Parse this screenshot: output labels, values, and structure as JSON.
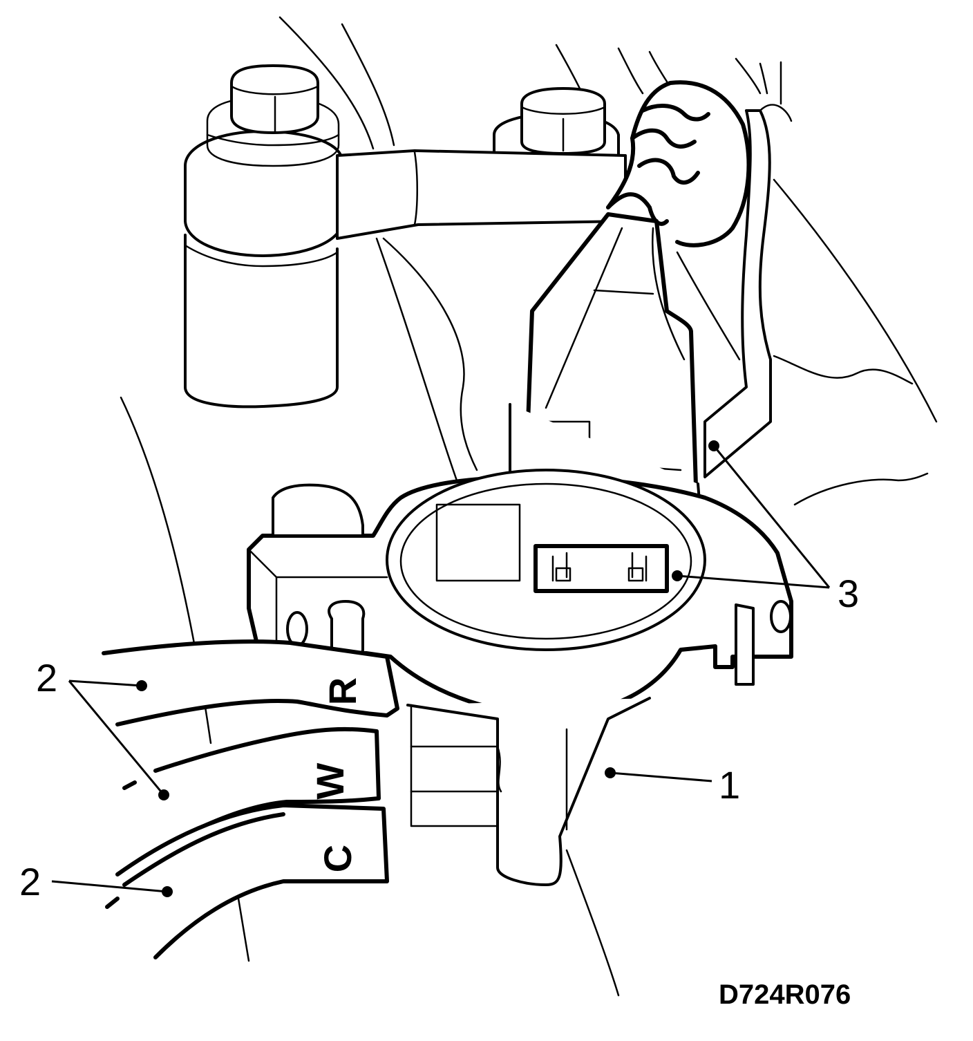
{
  "figure_id": "D724R076",
  "callouts": {
    "one": "1",
    "two_a": "2",
    "two_b": "2",
    "three": "3"
  },
  "terminal_markings": {
    "r": "R",
    "w": "W",
    "c": "C"
  },
  "colors": {
    "ink": "#000000",
    "paper": "#ffffff"
  }
}
